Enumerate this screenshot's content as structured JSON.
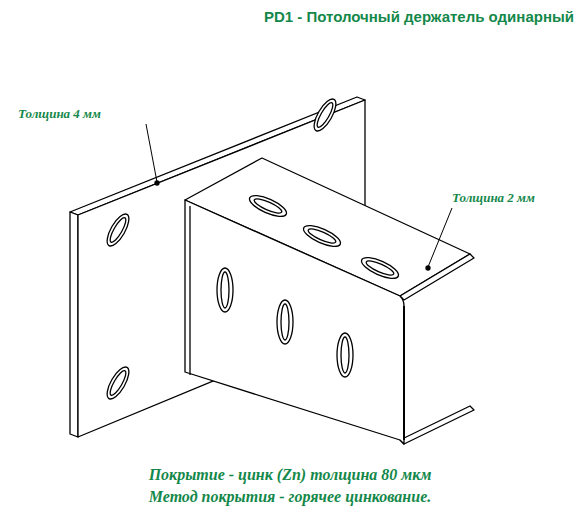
{
  "diagram": {
    "title": "PD1 - Потолочный держатель одинарный",
    "labels": [
      "Толщина 4 мм",
      "Толщина 2 мм",
      "Покрытие - цинк (Zn) толщина 80 мкм",
      "Метод покрытия - горячее цинкование."
    ]
  }
}
